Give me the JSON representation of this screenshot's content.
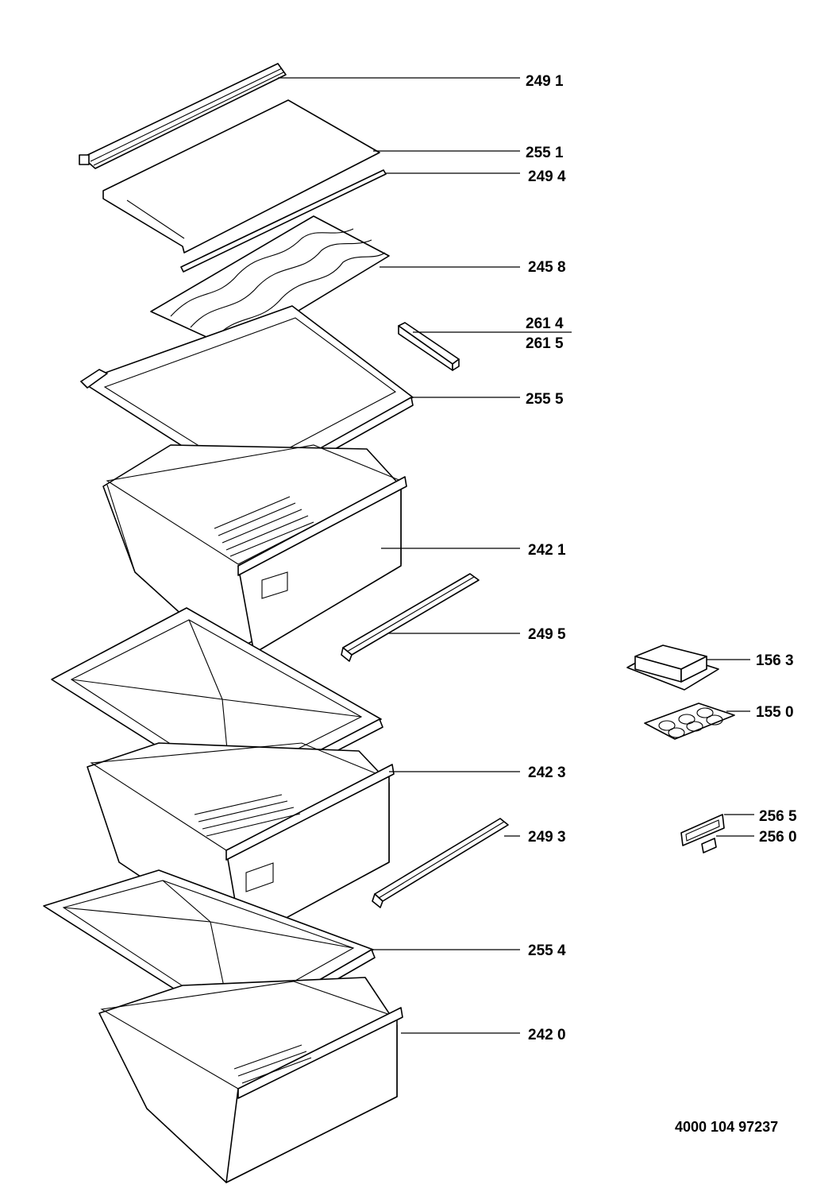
{
  "callouts": [
    {
      "id": "249-1",
      "label": "249 1"
    },
    {
      "id": "255-1",
      "label": "255 1"
    },
    {
      "id": "249-4",
      "label": "249 4"
    },
    {
      "id": "245-8",
      "label": "245 8"
    },
    {
      "id": "261-4",
      "label": "261 4"
    },
    {
      "id": "261-5",
      "label": "261 5"
    },
    {
      "id": "255-5",
      "label": "255 5"
    },
    {
      "id": "242-1",
      "label": "242 1"
    },
    {
      "id": "249-5",
      "label": "249 5"
    },
    {
      "id": "156-3",
      "label": "156 3"
    },
    {
      "id": "155-0",
      "label": "155 0"
    },
    {
      "id": "242-3",
      "label": "242 3"
    },
    {
      "id": "256-5",
      "label": "256 5"
    },
    {
      "id": "256-0",
      "label": "256 0"
    },
    {
      "id": "249-3",
      "label": "249 3"
    },
    {
      "id": "255-4",
      "label": "255 4"
    },
    {
      "id": "242-0",
      "label": "242 0"
    }
  ],
  "document_number": "4000 104 97237"
}
